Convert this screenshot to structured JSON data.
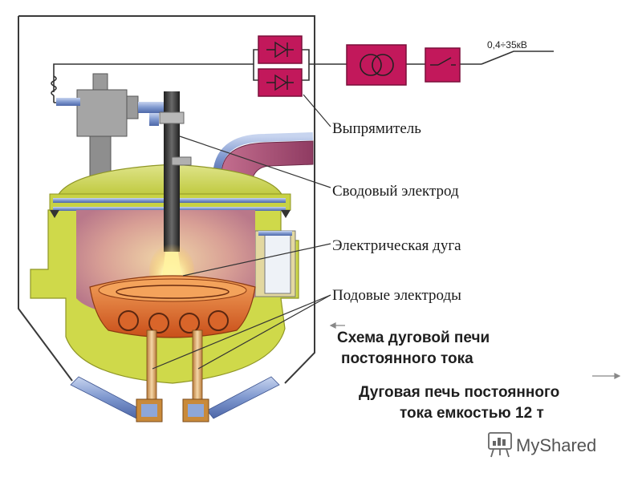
{
  "labels": {
    "rectifier": "Выпрямитель",
    "roof_electrode": "Сводовый электрод",
    "electric_arc": "Электрическая дуга",
    "bottom_electrodes": "Подовые электроды",
    "voltage": "0,4÷35кВ"
  },
  "captions": {
    "scheme_line1": "Схема дуговой печи",
    "scheme_line2": "постоянного тока",
    "furnace_line1": "Дуговая печь постоянного",
    "furnace_line2": "тока емкостью 12 т"
  },
  "watermark": {
    "text": "MyShared"
  },
  "colors": {
    "power_module": "#c2185b",
    "furnace_body": "#cfd94a",
    "furnace_lining": "#c48a8a",
    "molten_bath": "#e0702a",
    "pipe_blue": "#8aa4d6",
    "electrode": "#3c3c3c"
  }
}
